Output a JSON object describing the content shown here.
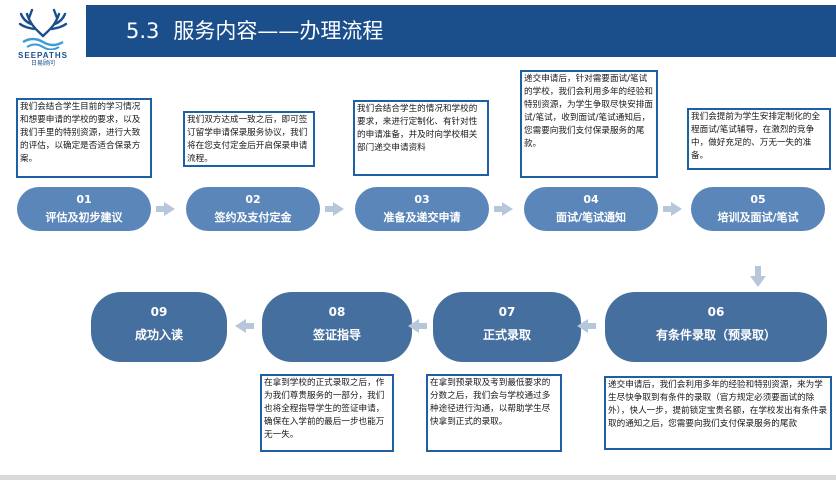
{
  "header": {
    "section": "5.3",
    "title": "服务内容——办理流程"
  },
  "logo": {
    "name": "SEEPATHS",
    "subtitle": "日易顾问"
  },
  "steps": [
    {
      "num": "01",
      "label": "评估及初步建议"
    },
    {
      "num": "02",
      "label": "签约及支付定金"
    },
    {
      "num": "03",
      "label": "准备及递交申请"
    },
    {
      "num": "04",
      "label": "面试/笔试通知"
    },
    {
      "num": "05",
      "label": "培训及面试/笔试"
    },
    {
      "num": "06",
      "label": "有条件录取（预录取）"
    },
    {
      "num": "07",
      "label": "正式录取"
    },
    {
      "num": "08",
      "label": "签证指导"
    },
    {
      "num": "09",
      "label": "成功入读"
    }
  ],
  "notes": {
    "n01": "我们会结合学生目前的学习情况和想要申请的学校的要求，以及我们手里的特别资源，进行大致的评估，以确定是否适合保录方案。",
    "n02": "我们双方达成一致之后，即可签订留学申请保录服务协议，我们将在您支付定金后开启保录申请流程。",
    "n03": "我们会结合学生的情况和学校的要求，来进行定制化、有针对性的申请准备，并及时向学校相关部门递交申请资料",
    "n04": "递交申请后，针对需要面试/笔试的学校，我们会利用多年的经验和特别资源，为学生争取尽快安排面试/笔试，收到面试/笔试通知后，您需要向我们支付保录服务的尾款。",
    "n05": "我们会提前为学生安排定制化的全程面试/笔试辅导，在激烈的竞争中，做好充足的、万无一失的准备。",
    "n06": "递交申请后，我们会利用多年的经验和特别资源，来为学生尽快争取到有条件的录取（官方规定必须要面试的除外），快人一步，提前锁定宝贵名额，在学校发出有条件录取的通知之后，您需要向我们支付保录服务的尾款",
    "n07": "在拿到预录取及考到最低要求的分数之后，我们会与学校通过多种途径进行沟通，以帮助学生尽快拿到正式的录取。",
    "n08": "在拿到学校的正式录取之后，作为我们尊贵服务的一部分，我们也将全程指导学生的签证申请，确保在入学前的最后一步也能万无一失。"
  },
  "colors": {
    "header": "#1b4f8c",
    "step": "#5b86b9",
    "step_dark": "#456f9f",
    "note_border": "#1f5fa6",
    "arrow": "#b7c7db"
  }
}
